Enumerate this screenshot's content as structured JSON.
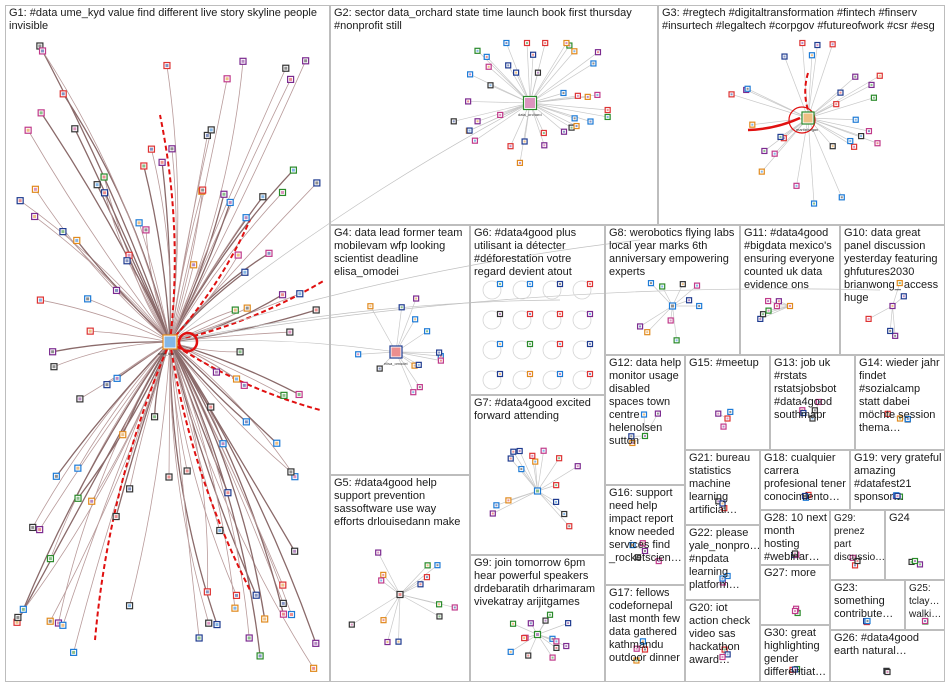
{
  "colors": {
    "frame": "#bdbdbd",
    "edge_light": "#c8c8c8",
    "edge_dark": "#8a6a6a",
    "edge_red": "#e01010",
    "node_palette": [
      "#1f3b8f",
      "#d33",
      "#2a8a2a",
      "#7b2a8f",
      "#e08a1e",
      "#1e7bd6",
      "#333333",
      "#c03a8a"
    ]
  },
  "groups": [
    {
      "id": "G1",
      "label": "G1: #data ume_kyd value find different live story skyline people invisible"
    },
    {
      "id": "G2",
      "label": "G2: sector data_orchard state time launch book first thursday #nonprofit still"
    },
    {
      "id": "G3",
      "label": "G3: #regtech #digitaltransformation #fintech #finserv #insurtech #legaltech #corpgov #futureofwork #csr #esg"
    },
    {
      "id": "G4",
      "label": "G4: data lead former team mobilevam wfp looking scientist deadline elisa_omodei"
    },
    {
      "id": "G5",
      "label": "G5: #data4good help support prevention sassoftware use way efforts drlouisedann make"
    },
    {
      "id": "G6",
      "label": "G6: #data4good plus utilisant ia détecter #déforestation votre regard devient atout"
    },
    {
      "id": "G7",
      "label": "G7: #data4good excited forward attending"
    },
    {
      "id": "G8",
      "label": "G8: werobotics flying labs local year marks 6th anniversary empowering experts"
    },
    {
      "id": "G9",
      "label": "G9: join tomorrow 6pm hear powerful speakers drdebaratih drharimaram vivekatray arijitgames"
    },
    {
      "id": "G10",
      "label": "G10: data great panel discussion yesterday featuring ghfutures2030 brianwong_ access huge"
    },
    {
      "id": "G11",
      "label": "G11: #data4good #bigdata mexico's ensuring everyone counted uk data evidence ons"
    },
    {
      "id": "G12",
      "label": "G12: data help monitor usage disabled spaces town centre helenolsen sutton"
    },
    {
      "id": "G13",
      "label": "G13: job uk #rstats rstatsjobsbot #data4good southmapr"
    },
    {
      "id": "G14",
      "label": "G14: wieder jahr findet #sozialcamp statt dabei möchte session thema…"
    },
    {
      "id": "G15",
      "label": "G15: #meetup"
    },
    {
      "id": "G16",
      "label": "G16: support need help impact report know needed services find _rocketscien…"
    },
    {
      "id": "G17",
      "label": "G17: fellows codefornepal last month few data gathered kathmandu outdoor dinner"
    },
    {
      "id": "G18",
      "label": "G18: cualquier carrera profesional tener conocimiento…"
    },
    {
      "id": "G19",
      "label": "G19: very grateful amazing #datafest21 sponsor…"
    },
    {
      "id": "G20",
      "label": "G20: iot action check video sas hackathon award…"
    },
    {
      "id": "G21",
      "label": "G21: bureau statistics machine learning artificial…"
    },
    {
      "id": "G22",
      "label": "G22: please yale_nonpro… #npdata learning platform…"
    },
    {
      "id": "G23",
      "label": "G23: something contribute…"
    },
    {
      "id": "G24",
      "label": "G24"
    },
    {
      "id": "G25",
      "label": "G25: tclay… walki…"
    },
    {
      "id": "G26",
      "label": "G26: #data4good earth natural…"
    },
    {
      "id": "G27",
      "label": "G27: more"
    },
    {
      "id": "G28",
      "label": "G28: 10 next month hosting #webinar…"
    },
    {
      "id": "G29",
      "label": "G29: prenez part discussio…"
    },
    {
      "id": "G30",
      "label": "G30: great highlighting gender differentiat…"
    }
  ],
  "hubs": [
    {
      "group": "G1",
      "name": "ume_kyd"
    },
    {
      "group": "G2",
      "name": "data_orchard"
    },
    {
      "group": "G3",
      "name": "martinhogan"
    },
    {
      "group": "G4",
      "name": "elisa_omodei"
    }
  ]
}
